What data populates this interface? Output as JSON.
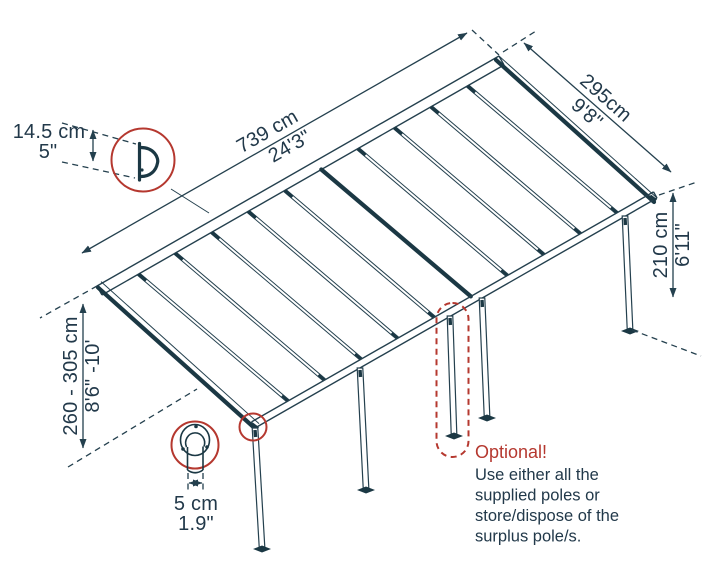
{
  "colors": {
    "line": "#24404e",
    "dark_bar": "#1b3844",
    "text": "#22394a",
    "accent_red": "#b5382f",
    "background": "#ffffff"
  },
  "dimensions": {
    "length": {
      "metric": "739 cm",
      "imperial": "24'3\""
    },
    "depth": {
      "metric": "295cm",
      "imperial": "9'8\""
    },
    "front_height": {
      "metric": "210 cm",
      "imperial": "6'11\""
    },
    "wall_height": {
      "metric": "260 - 305 cm",
      "imperial": "8'6\" -10'"
    },
    "gutter_profile": {
      "metric": "14.5 cm",
      "imperial": "5\""
    },
    "pole_diameter": {
      "metric": "5 cm",
      "imperial": "1.9\""
    }
  },
  "note": {
    "title": "Optional!",
    "lines": [
      "Use either all the",
      "supplied poles or",
      "store/dispose of the",
      "surplus pole/s."
    ]
  }
}
